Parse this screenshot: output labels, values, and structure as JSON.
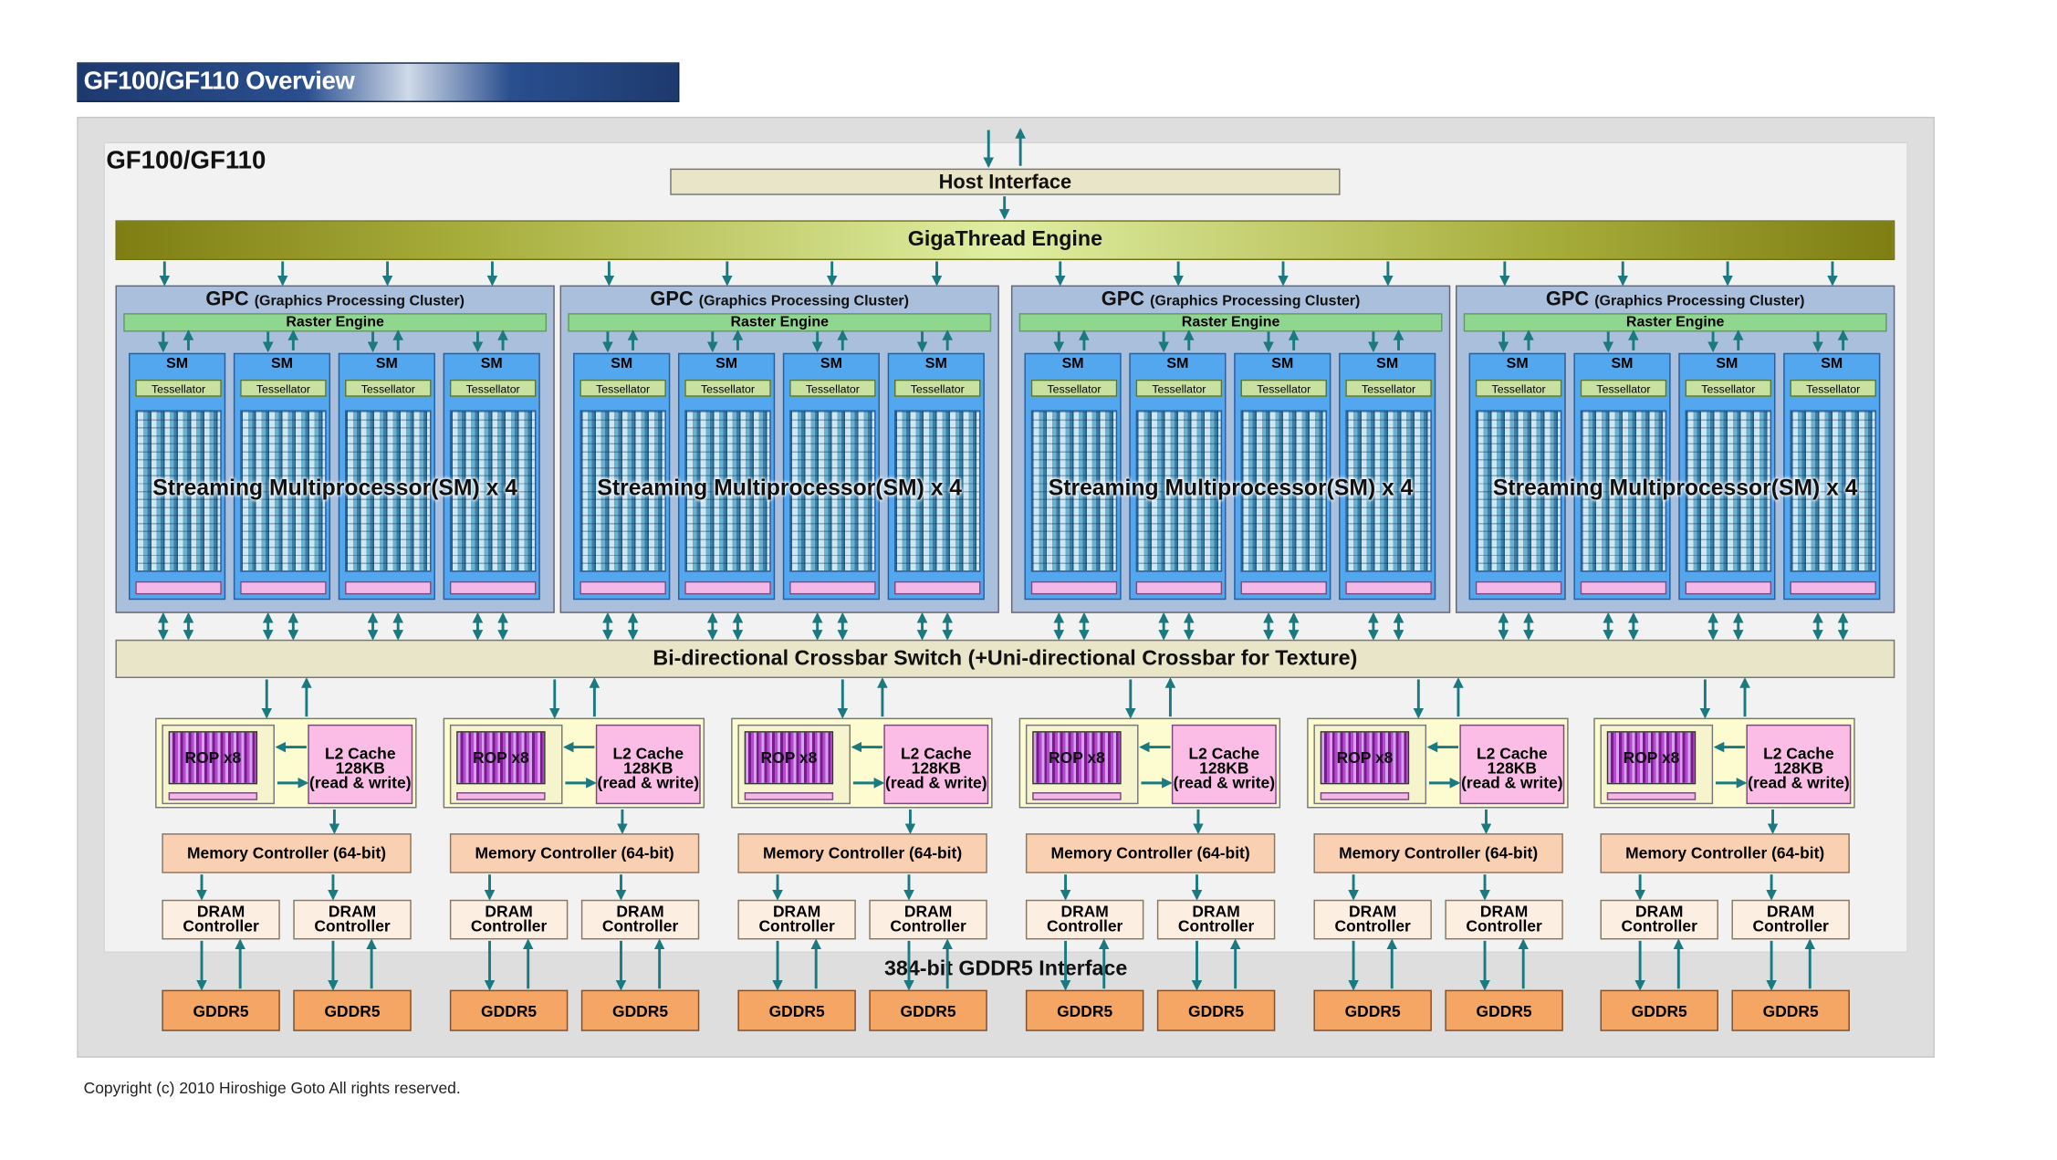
{
  "banner": "GF100/GF110 Overview",
  "chip_title": "GF100/GF110",
  "host_interface": "Host Interface",
  "gigathread": "GigaThread Engine",
  "gpc": {
    "title_main": "GPC",
    "title_sub": "(Graphics Processing Cluster)",
    "raster": "Raster Engine",
    "sm_label": "SM",
    "tessellator": "Tessellator",
    "sm_overlay": "Streaming Multiprocessor(SM) x 4"
  },
  "crossbar": "Bi-directional Crossbar Switch (+Uni-directional Crossbar for Texture)",
  "partition": {
    "rop": "ROP x8",
    "l2_line1": "L2 Cache",
    "l2_line2": "128KB",
    "l2_line3": "(read & write)"
  },
  "memory_controller": "Memory Controller (64-bit)",
  "dram_line1": "DRAM",
  "dram_line2": "Controller",
  "interface": "384-bit GDDR5 Interface",
  "gddr5": "GDDR5",
  "copyright": "Copyright (c) 2010 Hiroshige Goto All rights reserved.",
  "colors": {
    "arrow": "#1a7a80",
    "gpc": "#a9bfdc",
    "sm": "#53a7ee",
    "gigathread": "#a8ae3c",
    "l2": "#fbbde6",
    "gddr5": "#f5a665"
  }
}
